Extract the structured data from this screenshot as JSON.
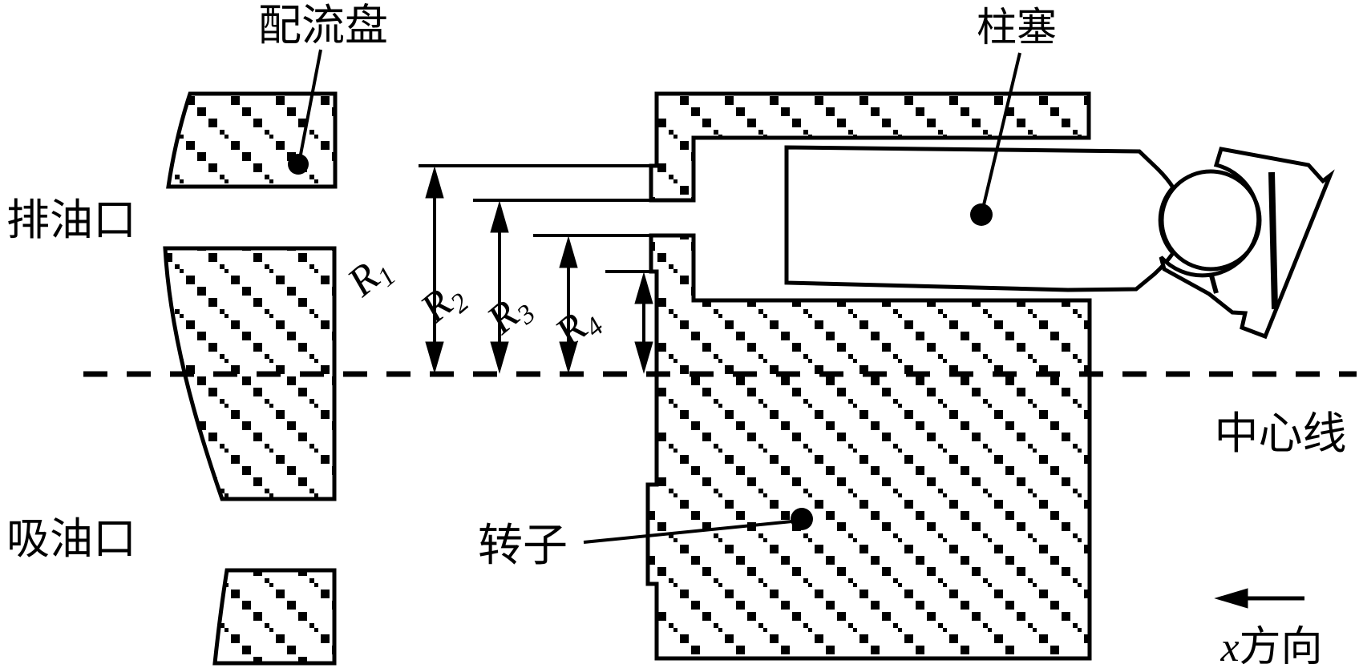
{
  "diagram": {
    "title_meaning": "axial piston pump valve-plate / rotor cross-section schematic",
    "ink_color": "#000000",
    "background_color": "#ffffff",
    "labels": {
      "valve_plate": "配流盘",
      "piston": "柱塞",
      "discharge_port": "排油口",
      "suction_port": "吸油口",
      "rotor": "转子",
      "center_line": "中心线",
      "x_direction_x": "x",
      "x_direction_rest": "方向"
    },
    "dimensions": {
      "prefix": "R",
      "items": [
        {
          "sub": "1"
        },
        {
          "sub": "2"
        },
        {
          "sub": "3"
        },
        {
          "sub": "4"
        }
      ]
    }
  }
}
